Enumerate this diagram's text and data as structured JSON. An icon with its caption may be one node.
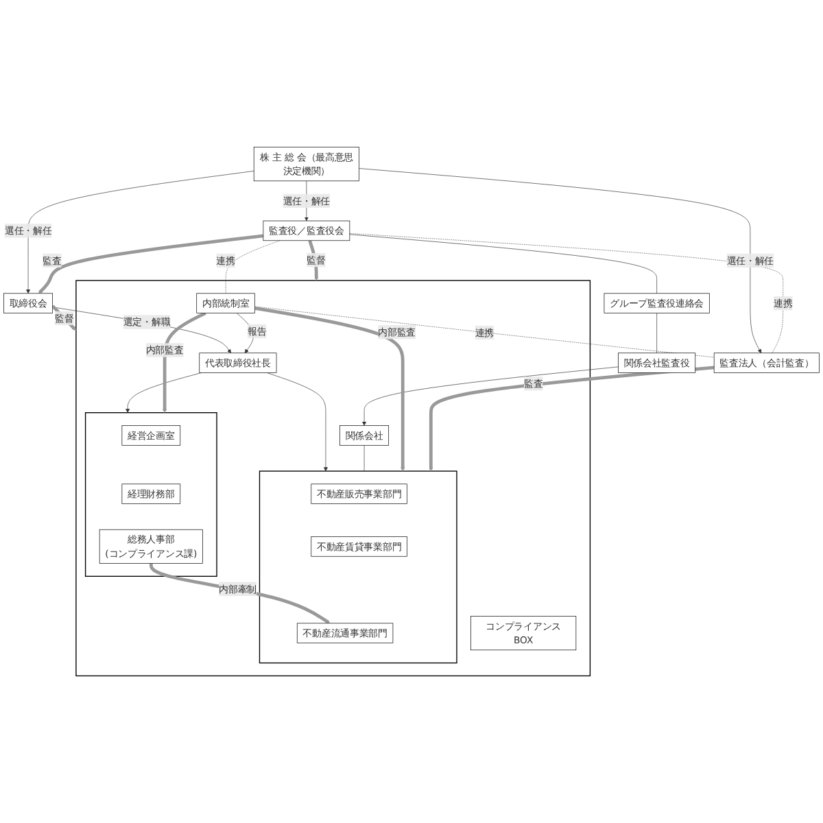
{
  "diagram": {
    "nodes": [
      {
        "text": [
          "株 主 総 会（最高意思決定機関）"
        ]
      },
      {
        "text": [
          "取締役会"
        ]
      },
      {
        "text": [
          "監査役／監査役会"
        ]
      },
      {
        "text": [
          "グループ監査役連絡会"
        ]
      },
      {
        "text": [
          "監査法人（会計監査）"
        ]
      },
      {
        "text": [],
        "shape": "box"
      },
      {
        "text": [
          "代表取締役社長"
        ],
        "in": 5
      },
      {
        "text": [
          "関係会社"
        ],
        "in": 5
      },
      {
        "text": [],
        "shape": "box",
        "in": 5
      },
      {
        "text": [
          "経営企画室"
        ],
        "in": 8
      },
      {
        "text": [
          "経理財務部"
        ],
        "in": 8
      },
      {
        "text": [
          "総務人事部",
          "(コンプライアンス課)"
        ],
        "in": 8
      },
      {
        "text": [
          "内部統制室"
        ],
        "in": 5
      },
      {
        "text": [],
        "shape": "box",
        "in": 5
      },
      {
        "text": [
          "不動産販売事業部門"
        ],
        "in": 13
      },
      {
        "text": [
          "不動産賃貸事業部門"
        ],
        "in": 13
      },
      {
        "text": [
          "不動産流通事業部門"
        ],
        "in": 13
      },
      {
        "text": [
          "コンプライアンスBOX"
        ],
        "in": 5
      },
      {
        "text": [
          "関係会社監査役"
        ]
      }
    ],
    "edges": [
      {
        "from": 0,
        "to": 1,
        "arrow": "to",
        "label": "選任・解任"
      },
      {
        "from": 0,
        "to": 2,
        "arrow": "to",
        "label": "選任・解任"
      },
      {
        "from": 0,
        "to": 4,
        "arrow": "to",
        "label": "選任・解任"
      },
      {
        "from": 2,
        "to": 1,
        "arrow": "to",
        "label": "監査",
        "style": "thick",
        "color": "#999999"
      },
      {
        "from": 1,
        "to": 5,
        "arrow": "to",
        "label": "監督",
        "style": "thick",
        "color": "#999999"
      },
      {
        "from": 2,
        "to": 5,
        "arrow": "to",
        "label": "監督",
        "style": "thick",
        "color": "#999999"
      },
      {
        "from": 1,
        "to": 6,
        "arrow": "to",
        "label": "選定・解職"
      },
      {
        "from": 2,
        "to": 4,
        "arrow": "none",
        "label": "連携",
        "style": "dashed"
      },
      {
        "from": 2,
        "to": 3,
        "arrow": "none"
      },
      {
        "from": 3,
        "to": 18,
        "arrow": "none"
      },
      {
        "from": 2,
        "to": 12,
        "arrow": "none",
        "label": "連携",
        "style": "dashed"
      },
      {
        "from": 18,
        "to": 7,
        "arrow": "to"
      },
      {
        "from": 6,
        "to": 8,
        "arrow": "to"
      },
      {
        "from": 6,
        "to": 13,
        "arrow": "to"
      },
      {
        "from": 7,
        "to": 13,
        "arrow": "none"
      },
      {
        "from": 12,
        "to": 6,
        "arrow": "to",
        "label": "報告"
      },
      {
        "from": 12,
        "to": 8,
        "arrow": "to",
        "label": "内部監査",
        "style": "thick",
        "color": "#999999"
      },
      {
        "from": 12,
        "to": 13,
        "arrow": "to",
        "label": "内部監査",
        "style": "thick",
        "color": "#999999"
      },
      {
        "from": 11,
        "to": 16,
        "arrow": "to",
        "label": "内部牽制",
        "style": "thick",
        "color": "#999999"
      },
      {
        "from": 12,
        "to": 4,
        "arrow": "none",
        "label": "連携",
        "style": "dashed"
      },
      {
        "from": 4,
        "to": 13,
        "arrow": "to",
        "label": "監査",
        "style": "thick",
        "color": "#999999"
      }
    ]
  }
}
